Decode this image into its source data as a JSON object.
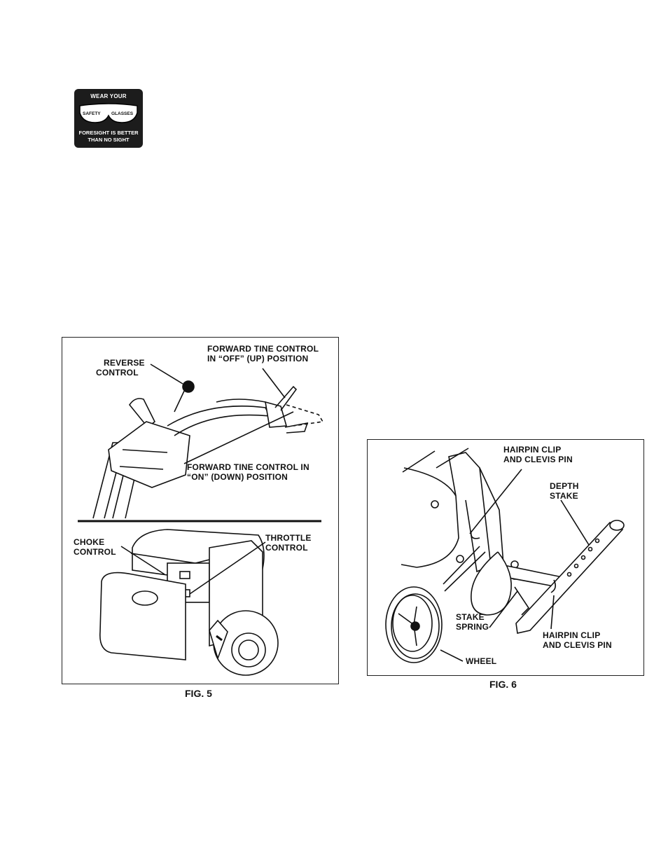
{
  "safety_badge": {
    "line_top": "WEAR YOUR",
    "left_lens": "SAFETY",
    "right_lens": "GLASSES",
    "line_bottom_1": "FORESIGHT IS BETTER",
    "line_bottom_2": "THAN NO SIGHT"
  },
  "fig5": {
    "caption": "FIG. 5",
    "labels": {
      "reverse_control_1": "REVERSE",
      "reverse_control_2": "CONTROL",
      "forward_off_1": "FORWARD TINE CONTROL",
      "forward_off_2": "IN “OFF” (UP) POSITION",
      "forward_on_1": "FORWARD TINE CONTROL IN",
      "forward_on_2": "“ON” (DOWN) POSITION",
      "choke_1": "CHOKE",
      "choke_2": "CONTROL",
      "throttle_1": "THROTTLE",
      "throttle_2": "CONTROL"
    }
  },
  "fig6": {
    "caption": "FIG. 6",
    "labels": {
      "hairpin_top_1": "HAIRPIN CLIP",
      "hairpin_top_2": "AND CLEVIS PIN",
      "depth_stake_1": "DEPTH",
      "depth_stake_2": "STAKE",
      "stake_spring_1": "STAKE",
      "stake_spring_2": "SPRING",
      "hairpin_bottom_1": "HAIRPIN CLIP",
      "hairpin_bottom_2": "AND CLEVIS PIN",
      "wheel": "WHEEL"
    }
  }
}
